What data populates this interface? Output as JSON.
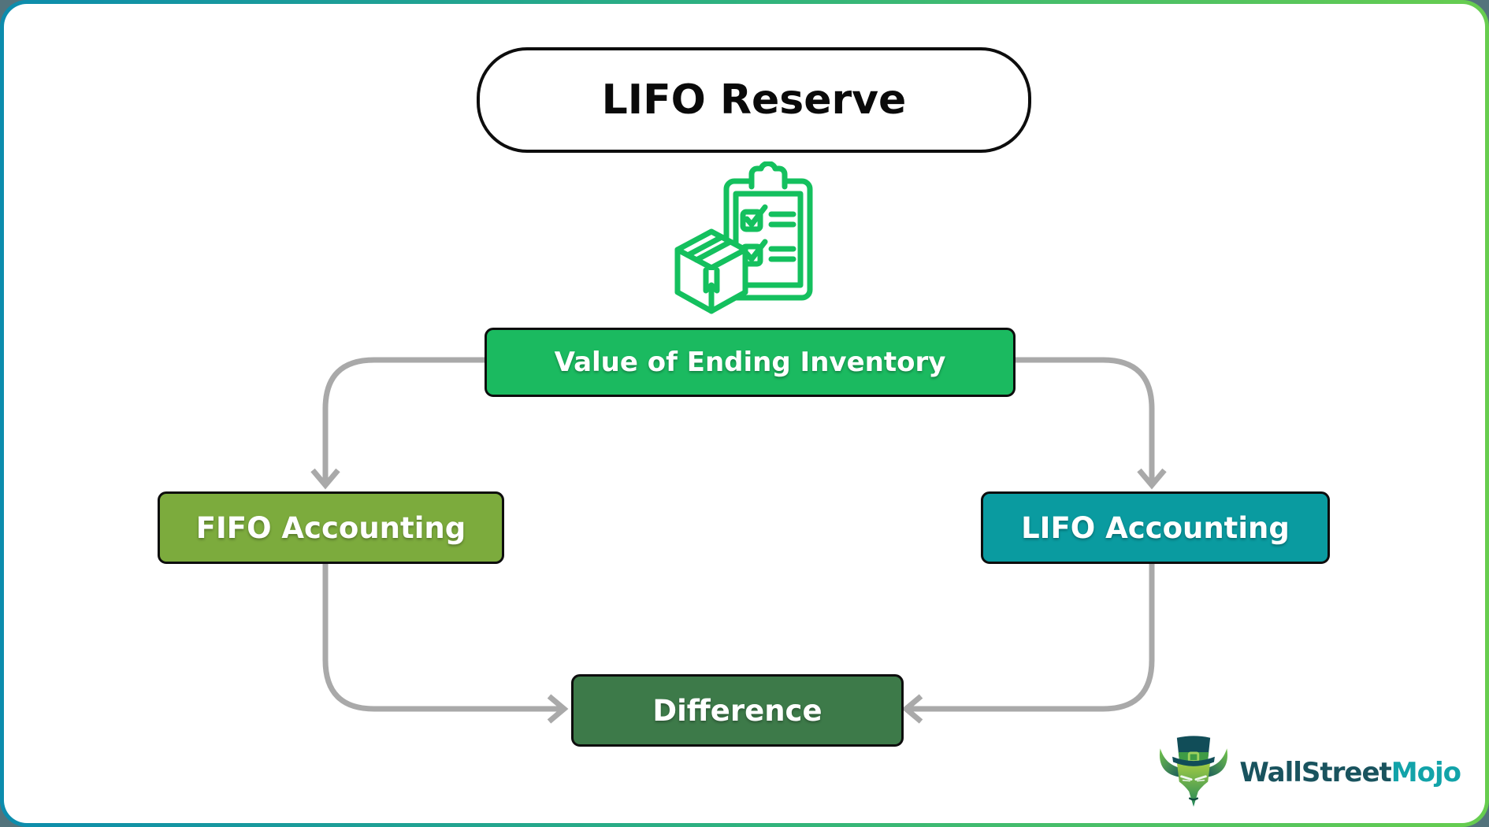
{
  "diagram": {
    "heading": "LIFO Reserve",
    "nodes": {
      "value_of_ending_inventory": {
        "label": "Value of Ending Inventory",
        "color": "#1BBA60"
      },
      "fifo_accounting": {
        "label": "FIFO Accounting",
        "color": "#7CAB3D"
      },
      "lifo_accounting": {
        "label": "LIFO Accounting",
        "color": "#0A9BA0"
      },
      "difference": {
        "label": "Difference",
        "color": "#3D7A49"
      }
    },
    "edges": [
      {
        "from": "value_of_ending_inventory",
        "to": "fifo_accounting"
      },
      {
        "from": "value_of_ending_inventory",
        "to": "lifo_accounting"
      },
      {
        "from": "fifo_accounting",
        "to": "difference"
      },
      {
        "from": "lifo_accounting",
        "to": "difference"
      }
    ],
    "icon": {
      "name": "inventory-checklist-icon",
      "color": "#14C05E"
    },
    "arrow_color": "#A9A9A9"
  },
  "branding": {
    "logo_text_primary": "WallStreet",
    "logo_text_accent": "Mojo",
    "primary_color": "#19535E",
    "accent_color": "#12A3A9",
    "mascot": "bull-with-top-hat-icon"
  },
  "frame": {
    "border_gradient_start": "#0C8CAD",
    "border_gradient_mid": "#2FB37E",
    "border_gradient_end": "#67CD4F",
    "background": "#FFFFFF"
  }
}
